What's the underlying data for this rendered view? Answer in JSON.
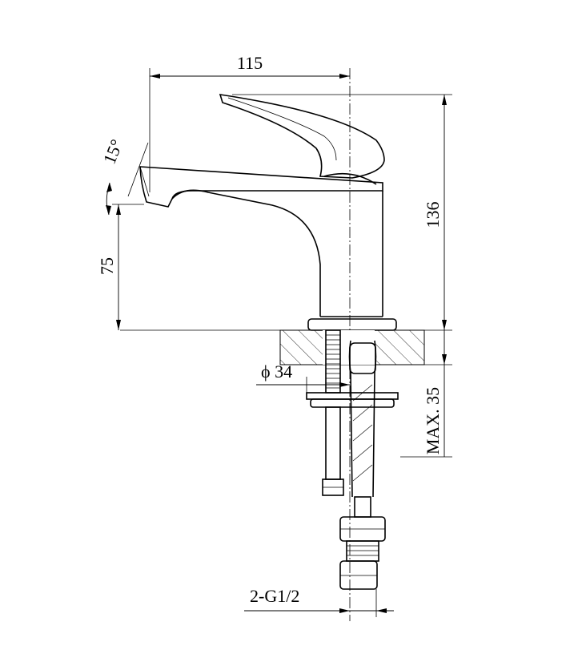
{
  "drawing": {
    "title": "Faucet side elevation technical drawing",
    "dimensions": {
      "width_top": "115",
      "height_total": "136",
      "spout_height": "75",
      "spout_angle": "15°",
      "base_diameter": "ϕ 34",
      "max_counter_thickness": "MAX. 35",
      "connection": "2-G1/2"
    },
    "line_color": "#000000",
    "background_color": "#ffffff"
  }
}
